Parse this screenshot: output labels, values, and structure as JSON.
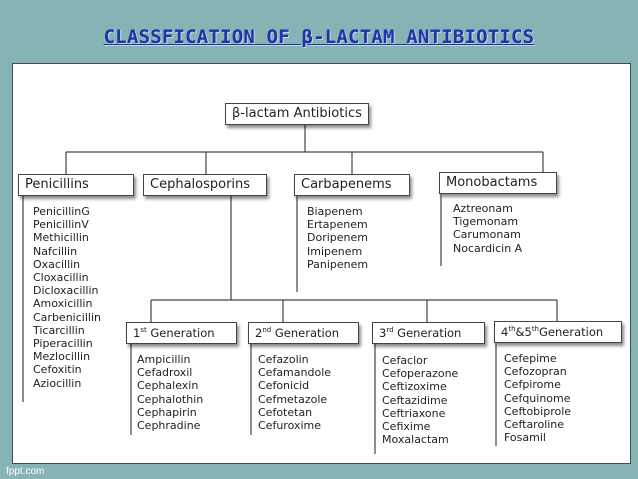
{
  "title": "CLASSFICATION OF β-LACTAM ANTIBIOTICS",
  "root": "β-lactam Antibiotics",
  "groups": [
    {
      "label": "Penicillins",
      "items": [
        "PenicillinG",
        "PenicillinV",
        "Methicillin",
        "Nafcillin",
        "Oxacillin",
        "Cloxacillin",
        "Dicloxacillin",
        "Amoxicillin",
        "Carbenicillin",
        "Ticarcillin",
        "Piperacillin",
        "Mezlocillin",
        "Cefoxitin",
        "Aziocillin"
      ]
    },
    {
      "label": "Cephalosporins"
    },
    {
      "label": "Carbapenems",
      "items": [
        "Biapenem",
        "Ertapenem",
        "Doripenem",
        "Imipenem",
        "Panipenem"
      ]
    },
    {
      "label": "Monobactams",
      "items": [
        "Aztreonam",
        "Tigemonam",
        "Carumonam",
        "Nocardicin A"
      ]
    }
  ],
  "generations": [
    {
      "num": "1",
      "sup": "st",
      "rest": " Generation",
      "items": [
        "Ampicillin",
        "Cefadroxil",
        "Cephalexin",
        "Cephalothin",
        "Cephapirin",
        "Cephradine"
      ]
    },
    {
      "num": "2",
      "sup": "nd",
      "rest": " Generation",
      "items": [
        "Cefazolin",
        "Cefamandole",
        "Cefonicid",
        "Cefmetazole",
        "Cefotetan",
        "Cefuroxime"
      ]
    },
    {
      "num": "3",
      "sup": "rd",
      "rest": " Generation",
      "items": [
        "Cefaclor",
        "Cefoperazone",
        "Ceftizoxime",
        "Ceftazidime",
        "Ceftriaxone",
        "Cefixime",
        "Moxalactam"
      ]
    },
    {
      "num": "4",
      "sup": "th",
      "mid": "&5",
      "sup2": "th",
      "rest": "Generation",
      "items": [
        "Cefepime",
        "Cefozopran",
        "Cefpirome",
        "Cefquinome",
        "Ceftobiprole",
        "Ceftaroline",
        "Fosamil"
      ]
    }
  ],
  "footer": "fppt.com",
  "colors": {
    "background": "#86b3b3",
    "title": "#1d35a6",
    "panel": "#ffffff",
    "line": "#444444"
  }
}
